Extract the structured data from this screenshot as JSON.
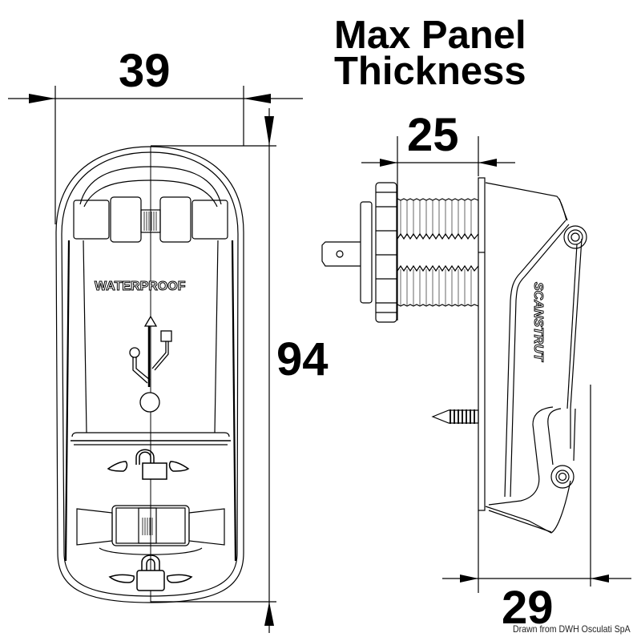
{
  "title": {
    "line1": "Max Panel",
    "line2": "Thickness"
  },
  "dimensions": {
    "width": "39",
    "height": "94",
    "panel_thickness": "25",
    "depth": "29"
  },
  "front_view": {
    "label": "WATERPROOF",
    "icons": [
      "usb-icon",
      "unlock-icon",
      "lock-icon",
      "hinge-icon"
    ]
  },
  "side_view": {
    "brand": "SCANSTRUT",
    "parts": [
      "spade-terminal",
      "lock-nut",
      "threaded-body",
      "panel-flange",
      "cover",
      "hinge",
      "screw"
    ]
  },
  "credit": "Drawn from DWH Osculati SpA",
  "colors": {
    "line": "#000000",
    "background": "#ffffff"
  }
}
